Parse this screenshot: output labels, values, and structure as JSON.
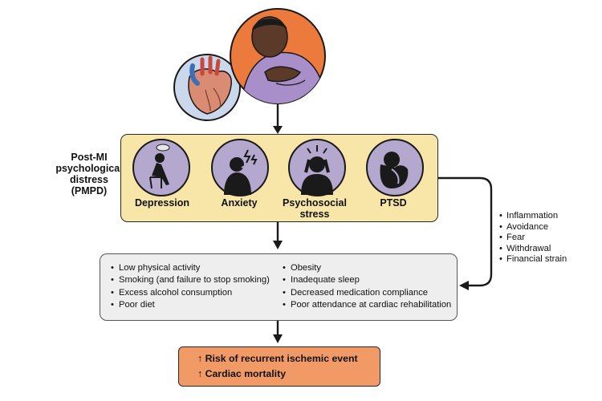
{
  "side_label": [
    "Post-MI",
    "psychological",
    "distress",
    "(PMPD)"
  ],
  "conditions": [
    {
      "label": [
        "Depression"
      ],
      "icon": "depression-person-icon"
    },
    {
      "label": [
        "Anxiety"
      ],
      "icon": "anxiety-person-icon"
    },
    {
      "label": [
        "Psychosocial",
        "stress"
      ],
      "icon": "stress-person-icon"
    },
    {
      "label": [
        "PTSD"
      ],
      "icon": "ptsd-person-icon"
    }
  ],
  "mechanisms": [
    "Inflammation",
    "Avoidance",
    "Fear",
    "Withdrawal",
    "Financial strain"
  ],
  "risk_factors": {
    "left": [
      "Low physical activity",
      "Smoking (and failure to stop smoking)",
      "Excess alcohol consumption",
      "Poor diet"
    ],
    "right": [
      "Obesity",
      "Inadequate sleep",
      "Decreased medication compliance",
      "Poor attendance at cardiac rehabilitation"
    ]
  },
  "outcomes": [
    "Risk of recurrent ischemic event",
    "Cardiac mortality"
  ],
  "outcome_arrow_glyph": "↑",
  "colors": {
    "pmpd_box": "#f7e6a8",
    "icon_circle": "#b4a8cf",
    "factor_box": "#eeeeee",
    "outcome_box": "#f19a66",
    "person_circle": "#ec7a3c",
    "heart_circle": "#cbd7ea",
    "shirt": "#a98fc9"
  }
}
